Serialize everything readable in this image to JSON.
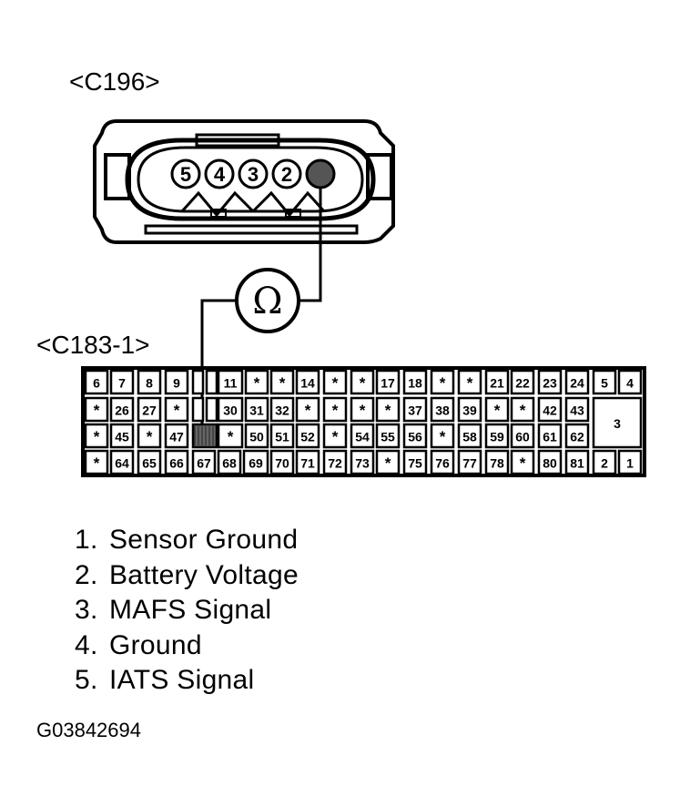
{
  "connector_top": {
    "label": "<C196>",
    "pins": [
      "5",
      "4",
      "3",
      "2",
      ""
    ]
  },
  "ohmmeter": {
    "symbol": "Ω"
  },
  "connector_bottom": {
    "label": "<C183-1>",
    "rows": [
      [
        "6",
        "7",
        "8",
        "9",
        "",
        "",
        "11",
        "*",
        "*",
        "14",
        "*",
        "*",
        "17",
        "18",
        "*",
        "*",
        "21",
        "22",
        "23",
        "24",
        "5",
        "4"
      ],
      [
        "*",
        "26",
        "27",
        "*",
        "",
        "",
        "30",
        "31",
        "32",
        "*",
        "*",
        "*",
        "*",
        "37",
        "38",
        "39",
        "*",
        "*",
        "42",
        "43",
        "3"
      ],
      [
        "*",
        "45",
        "*",
        "47",
        "",
        "*",
        "50",
        "51",
        "52",
        "*",
        "54",
        "55",
        "56",
        "*",
        "58",
        "59",
        "60",
        "61",
        "62"
      ],
      [
        "*",
        "64",
        "65",
        "66",
        "67",
        "68",
        "69",
        "70",
        "71",
        "72",
        "73",
        "*",
        "75",
        "76",
        "77",
        "78",
        "*",
        "80",
        "81",
        "2",
        "1"
      ]
    ]
  },
  "legend": [
    {
      "number": "1.",
      "text": "Sensor Ground"
    },
    {
      "number": "2.",
      "text": "Battery Voltage"
    },
    {
      "number": "3.",
      "text": "MAFS Signal"
    },
    {
      "number": "4.",
      "text": "Ground"
    },
    {
      "number": "5.",
      "text": "IATS Signal"
    }
  ],
  "figure_id": "G03842694"
}
